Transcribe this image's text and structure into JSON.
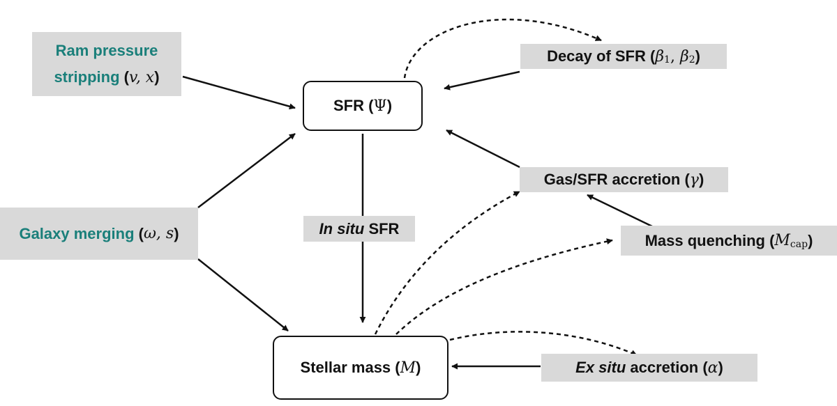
{
  "nodes": {
    "sfr": {
      "label": "SFR (",
      "symbol": "Ψ",
      "close": ")"
    },
    "stellar_mass": {
      "label": "Stellar mass (",
      "symbol": "M",
      "close": ")"
    },
    "ram_pressure": {
      "line1": "Ram pressure",
      "line2": "stripping",
      "open": " (",
      "params": "v, x",
      "close": ")"
    },
    "decay_sfr": {
      "label": "Decay of SFR (",
      "p1": "β",
      "p1_sub": "1",
      "sep": ", ",
      "p2": "β",
      "p2_sub": "2",
      "close": ")"
    },
    "gas_accretion": {
      "label": "Gas/SFR accretion (",
      "symbol": "γ",
      "close": ")"
    },
    "galaxy_merging": {
      "label": "Galaxy merging",
      "open": " (",
      "params": "ω, s",
      "close": ")"
    },
    "in_situ": {
      "italic": "In situ",
      "rest": " SFR"
    },
    "mass_quenching": {
      "label": "Mass quenching (",
      "symbol": "M",
      "sub": "cap",
      "close": ")"
    },
    "ex_situ": {
      "italic": "Ex situ",
      "rest": " accretion (",
      "symbol": "α",
      "close": ")"
    }
  },
  "colors": {
    "accent_teal": "#1a7f7a",
    "label_bg": "#d9d9d9",
    "line": "#111111"
  },
  "edges": [
    {
      "from": "ram_pressure",
      "to": "sfr",
      "style": "solid"
    },
    {
      "from": "decay_sfr",
      "to": "sfr",
      "style": "solid"
    },
    {
      "from": "sfr",
      "to": "decay_sfr",
      "style": "dashed"
    },
    {
      "from": "gas_accretion",
      "to": "sfr",
      "style": "solid"
    },
    {
      "from": "galaxy_merging",
      "to": "sfr",
      "style": "solid"
    },
    {
      "from": "galaxy_merging",
      "to": "stellar_mass",
      "style": "solid"
    },
    {
      "from": "sfr",
      "to": "stellar_mass",
      "style": "solid"
    },
    {
      "from": "mass_quenching",
      "to": "gas_accretion",
      "style": "solid"
    },
    {
      "from": "stellar_mass",
      "to": "gas_accretion",
      "style": "dashed"
    },
    {
      "from": "stellar_mass",
      "to": "mass_quenching",
      "style": "dashed"
    },
    {
      "from": "stellar_mass",
      "to": "ex_situ",
      "style": "dashed"
    },
    {
      "from": "ex_situ",
      "to": "stellar_mass",
      "style": "solid"
    }
  ]
}
